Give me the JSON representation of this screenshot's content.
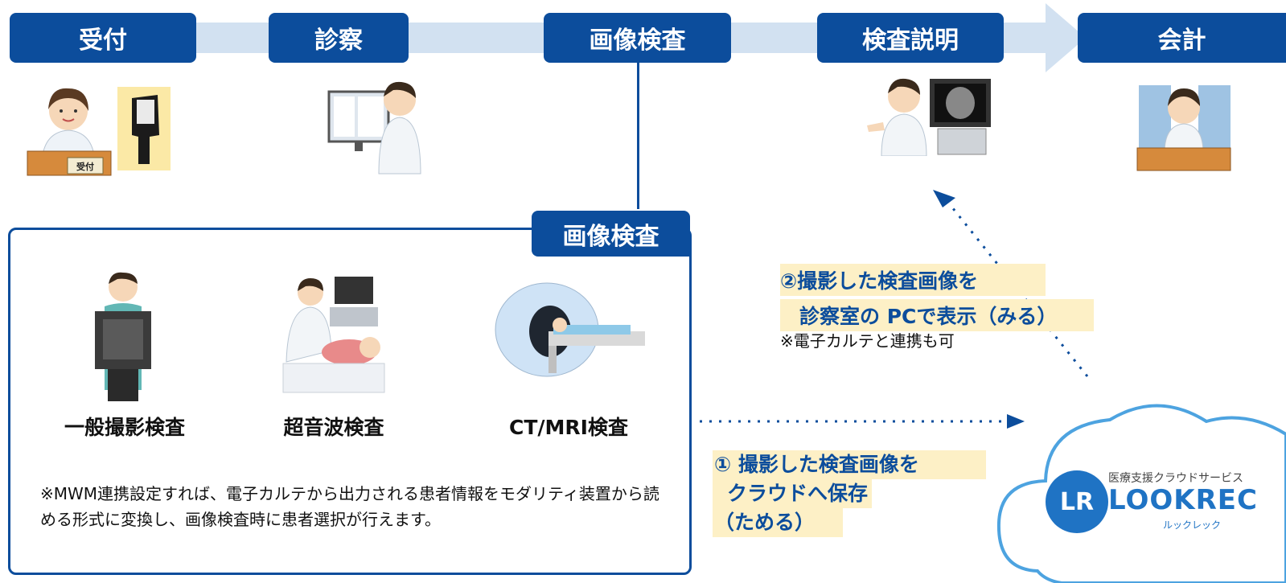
{
  "workflow": {
    "steps": [
      {
        "label": "受付"
      },
      {
        "label": "診察"
      },
      {
        "label": "画像検査"
      },
      {
        "label": "検査説明"
      },
      {
        "label": "会計"
      }
    ]
  },
  "imaging_box": {
    "tab_label": "画像検査",
    "modalities": [
      {
        "label": "一般撮影検査"
      },
      {
        "label": "超音波検査"
      },
      {
        "label": "CT/MRI検査"
      }
    ],
    "note": "※MWM連携設定すれば、電子カルテから出力される患者情報をモダリティ装置から読める形式に変換し、画像検査時に患者選択が行えます。"
  },
  "annotations": {
    "save": {
      "line1": "① 撮影した検査画像を",
      "line2": "クラウドへ保存",
      "line3": "（ためる）"
    },
    "view": {
      "line1": "②撮影した検査画像を",
      "line2": "診察室の PCで表示（みる）",
      "note": "※電子カルテと連携も可"
    }
  },
  "cloud": {
    "service_label": "医療支援クラウドサービス",
    "brand": "LOOKREC",
    "brand_kana": "ルックレック",
    "logo_letters": "LR"
  },
  "reception_sign": "受付",
  "colors": {
    "primary": "#0c4d9c",
    "flow": "#d2e1f1",
    "highlight": "#fdf0c6",
    "cloud_border": "#4da3e0"
  }
}
